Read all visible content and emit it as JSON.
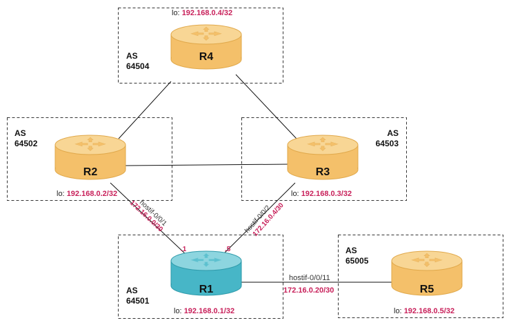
{
  "colors": {
    "router_body": "#f4c06a",
    "router_top": "#f8d695",
    "router_edge": "#e0a84a",
    "router_active_body": "#47b6c7",
    "router_active_top": "#8dd5df",
    "router_active_edge": "#2e9aaa",
    "icon_inner": "#f7d9a0",
    "address": "#c8205a"
  },
  "as_boxes": {
    "r4": {
      "line1": "AS",
      "line2": "64504"
    },
    "r2": {
      "line1": "AS",
      "line2": "64502"
    },
    "r3": {
      "line1": "AS",
      "line2": "64503"
    },
    "r1": {
      "line1": "AS",
      "line2": "64501"
    },
    "r5": {
      "line1": "AS",
      "line2": "65005"
    }
  },
  "routers": {
    "r4": {
      "name": "R4",
      "lo_prefix": "lo: ",
      "lo_addr": "192.168.0.4/32"
    },
    "r2": {
      "name": "R2",
      "lo_prefix": "lo: ",
      "lo_addr": "192.168.0.2/32"
    },
    "r3": {
      "name": "R3",
      "lo_prefix": "lo: ",
      "lo_addr": "192.168.0.3/32"
    },
    "r1": {
      "name": "R1",
      "lo_prefix": "lo: ",
      "lo_addr": "192.168.0.1/32"
    },
    "r5": {
      "name": "R5",
      "lo_prefix": "lo: ",
      "lo_addr": "192.168.0.5/32"
    }
  },
  "links": {
    "r2_r1": {
      "interface": "hostif-0/0/1",
      "subnet": "172.16.0.0/30",
      "endpoint": ".1"
    },
    "r3_r1": {
      "interface": "hostif-0/0/2",
      "subnet": "172.16.0.4/30",
      "endpoint": ".5"
    },
    "r1_r5": {
      "interface": "hostif-0/0/11",
      "subnet": "172.16.0.20/30"
    }
  }
}
